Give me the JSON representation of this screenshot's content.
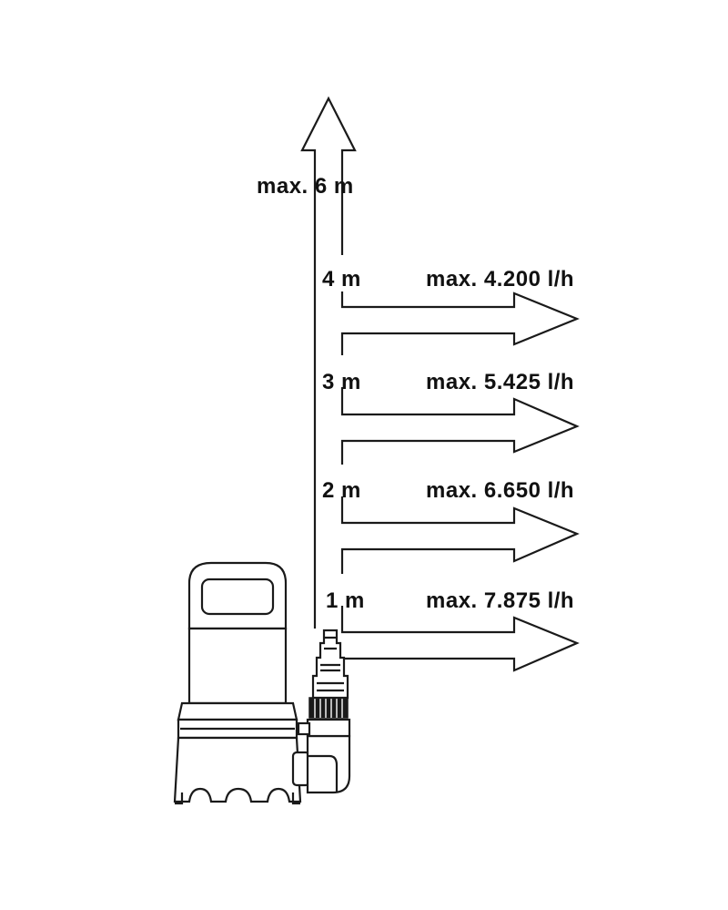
{
  "diagram": {
    "max_height_label": "max. 6 m",
    "levels": [
      {
        "height": "4 m",
        "flow": "max. 4.200 l/h"
      },
      {
        "height": "3 m",
        "flow": "max. 5.425 l/h"
      },
      {
        "height": "2 m",
        "flow": "max. 6.650 l/h"
      },
      {
        "height": "1 m",
        "flow": "max. 7.875 l/h"
      }
    ],
    "colors": {
      "line": "#1a1a1a",
      "background": "#ffffff"
    }
  }
}
